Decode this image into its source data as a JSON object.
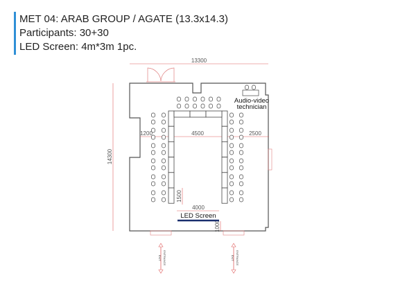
{
  "header": {
    "title": "MET 04: ARAB GROUP / AGATE (13.3x14.3)",
    "participants": "Participants: 30+30",
    "screen": "LED Screen: 4m*3m 1pc."
  },
  "plan": {
    "width_dim": "13300",
    "height_dim": "14300",
    "left_gap": "1200",
    "table_width": "4500",
    "right_gap": "2500",
    "table_to_screen": "1500",
    "screen_width": "4000",
    "screen_to_wall": "1000",
    "screen_label": "LED Screen",
    "av_label_1": "Audio-video",
    "av_label_2": "technician",
    "entrance": "ENTRANCE",
    "exit": "EXIT",
    "participants_per_side": 30
  },
  "colors": {
    "accent": "#2f8fd6",
    "dimension": "#e06060",
    "screen": "#1a2f6e"
  }
}
